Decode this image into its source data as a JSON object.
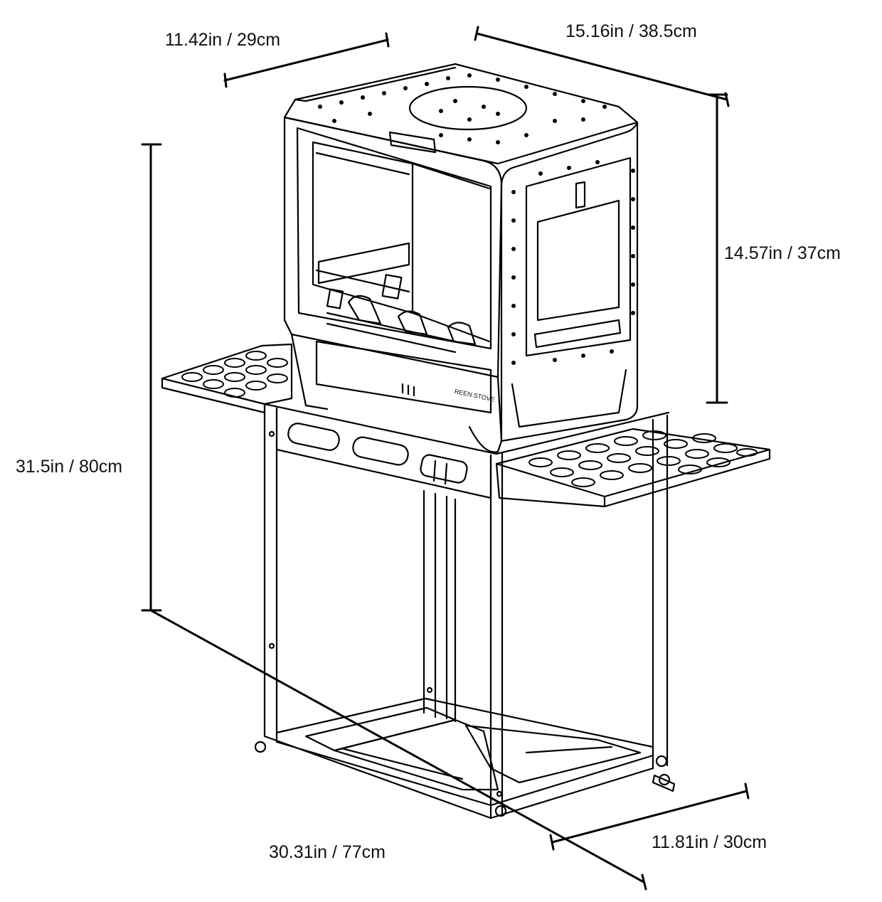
{
  "colors": {
    "line": "#000000",
    "background": "#ffffff"
  },
  "dimensions": {
    "stove_depth": "11.42in / 29cm",
    "stove_width": "15.16in / 38.5cm",
    "stove_height": "14.57in / 37cm",
    "total_height": "31.5in / 80cm",
    "total_width": "30.31in / 77cm",
    "stand_depth": "11.81in / 30cm"
  },
  "product": {
    "brand_text": "REEN STOVE"
  }
}
